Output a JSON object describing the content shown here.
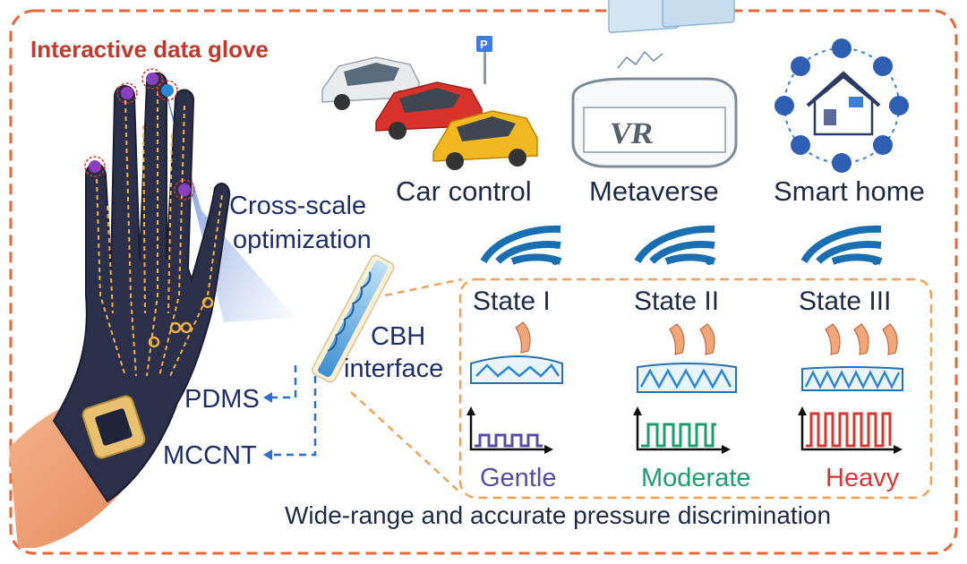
{
  "title": "Interactive data glove",
  "applications": [
    {
      "label": "Car control"
    },
    {
      "label": "Metaverse"
    },
    {
      "label": "Smart home"
    }
  ],
  "optimization_label": [
    "Cross-scale",
    "optimization"
  ],
  "interface_label": [
    "CBH",
    "interface"
  ],
  "materials": [
    {
      "label": "PDMS"
    },
    {
      "label": "MCCNT"
    }
  ],
  "states": [
    {
      "label": "State I",
      "level": "Gentle",
      "color": "#5b4aa6"
    },
    {
      "label": "State II",
      "level": "Moderate",
      "color": "#1e9e6e"
    },
    {
      "label": "State III",
      "level": "Heavy",
      "color": "#d43a35"
    }
  ],
  "footer": "Wide-range and accurate pressure discrimination",
  "parking_sign": "P",
  "vr_headset_text": "VR",
  "colors": {
    "border_dashed": "#e8673a",
    "panel_dashed": "#f0a45a",
    "title": "#c0392b",
    "glove": "#2b2f4a",
    "trace": "#f2b23a",
    "wifi": "#1a6fb3",
    "skin": "#f2a77b"
  }
}
